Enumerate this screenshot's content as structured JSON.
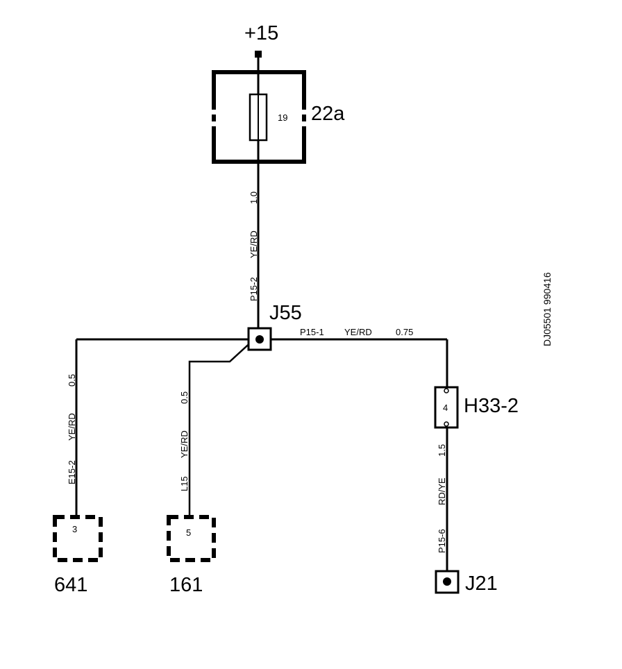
{
  "supply": {
    "label": "+15"
  },
  "fuse_box": {
    "label": "22a",
    "fuse_number": "19"
  },
  "splice": {
    "label": "J55"
  },
  "connector_h33": {
    "label": "H33-2",
    "pin": "4"
  },
  "ground": {
    "label": "J21"
  },
  "left_connector_a": {
    "label": "641",
    "pin": "3"
  },
  "left_connector_b": {
    "label": "161",
    "pin": "5"
  },
  "wires": {
    "top": {
      "id": "P15-2",
      "color": "YE/RD",
      "gauge": "1.0"
    },
    "right": {
      "id": "P15-1",
      "color": "YE/RD",
      "gauge": "0.75"
    },
    "left_a": {
      "id": "E15-2",
      "color": "YE/RD",
      "gauge": "0.5"
    },
    "left_b": {
      "id": "L15",
      "color": "YE/RD",
      "gauge": "0.5"
    },
    "ground": {
      "id": "P15-6",
      "color": "RD/YE",
      "gauge": "1.5"
    }
  },
  "drawing_ref": "DJ05501 990416"
}
